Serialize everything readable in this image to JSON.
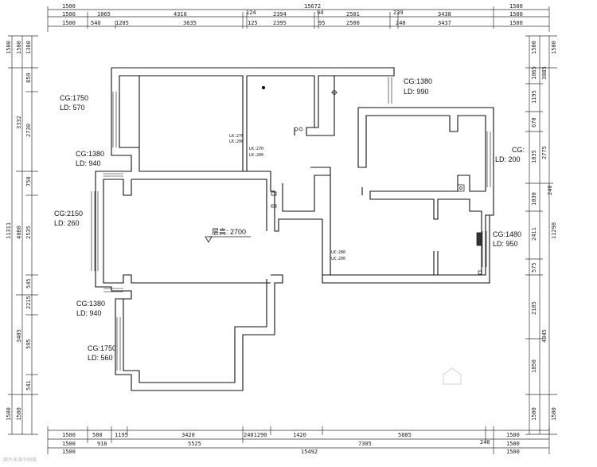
{
  "dimensions": {
    "top": {
      "row1": [
        "1500",
        "15672",
        "1500"
      ],
      "row2": [
        "1500",
        "1065",
        "4316",
        "124",
        "2394",
        "94",
        "2501",
        "239",
        "3438",
        "1500"
      ],
      "row3": [
        "1500",
        "540",
        "1205",
        "3635",
        "125",
        "2395",
        "95",
        "2500",
        "240",
        "3437",
        "1500"
      ]
    },
    "bottom": {
      "row1": [
        "1500",
        "580",
        "1195",
        "3420",
        "2401290",
        "1420",
        "5885",
        "1500"
      ],
      "row2": [
        "1500",
        "916",
        "5525",
        "7305",
        "240",
        "1500"
      ],
      "row3": [
        "1500",
        "15492",
        "1500"
      ]
    },
    "left": {
      "outer": [
        "1500",
        "11311",
        "1500"
      ],
      "mid": [
        "1500",
        "3332",
        "4088",
        "3405",
        "1500"
      ],
      "inner": [
        "1380",
        "859",
        "2730",
        "750",
        "2535",
        "545",
        "2215",
        "595",
        "541"
      ]
    },
    "right": {
      "inner": [
        "1500",
        "1065",
        "1195",
        "670",
        "1835",
        "1030",
        "2411",
        "575",
        "2185",
        "1850",
        "1500"
      ],
      "mid": [
        "3085",
        "2775",
        "4045"
      ],
      "outer": [
        "1500",
        "11298",
        "240",
        "1500"
      ]
    }
  },
  "annotations": {
    "w1_cg": "CG:1750",
    "w1_ld": "LD: 570",
    "w2_cg": "CG:1380",
    "w2_ld": "LD: 940",
    "w3_cg": "CG:2150",
    "w3_ld": "LD: 260",
    "w4_cg": "CG:1380",
    "w4_ld": "LD: 940",
    "w5_cg": "CG:1750",
    "w5_ld": "LD: 560",
    "w6_cg": "CG:1380",
    "w6_ld": "LD: 990",
    "w7_cg": "CG:",
    "w7_ld": "LD: 200",
    "w8_cg": "CG:1480",
    "w8_ld": "LD: 950",
    "lk1a": "LK:270",
    "lk1b": "LK:200",
    "lk2a": "LK:270",
    "lk2b": "LK:200",
    "lk3a": "LK:280",
    "lk3b": "LK:200",
    "ceiling_height": "层高: 2700"
  },
  "watermark": "图片来源于网络"
}
